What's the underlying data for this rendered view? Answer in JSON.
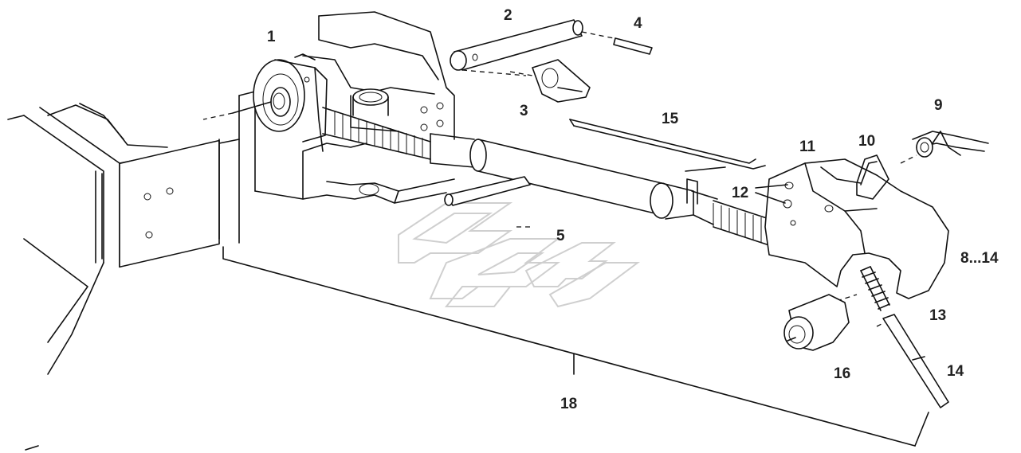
{
  "callouts": {
    "c1": "1",
    "c2": "2",
    "c3": "3",
    "c4": "4",
    "c5": "5",
    "c8_14": "8...14",
    "c9": "9",
    "c10": "10",
    "c11": "11",
    "c12": "12",
    "c13": "13",
    "c14": "14",
    "c15": "15",
    "c16": "16",
    "c18": "18"
  },
  "colors": {
    "line": "#111111",
    "label": "#222222",
    "watermark": "#cfcfcf",
    "background": "#ffffff"
  }
}
